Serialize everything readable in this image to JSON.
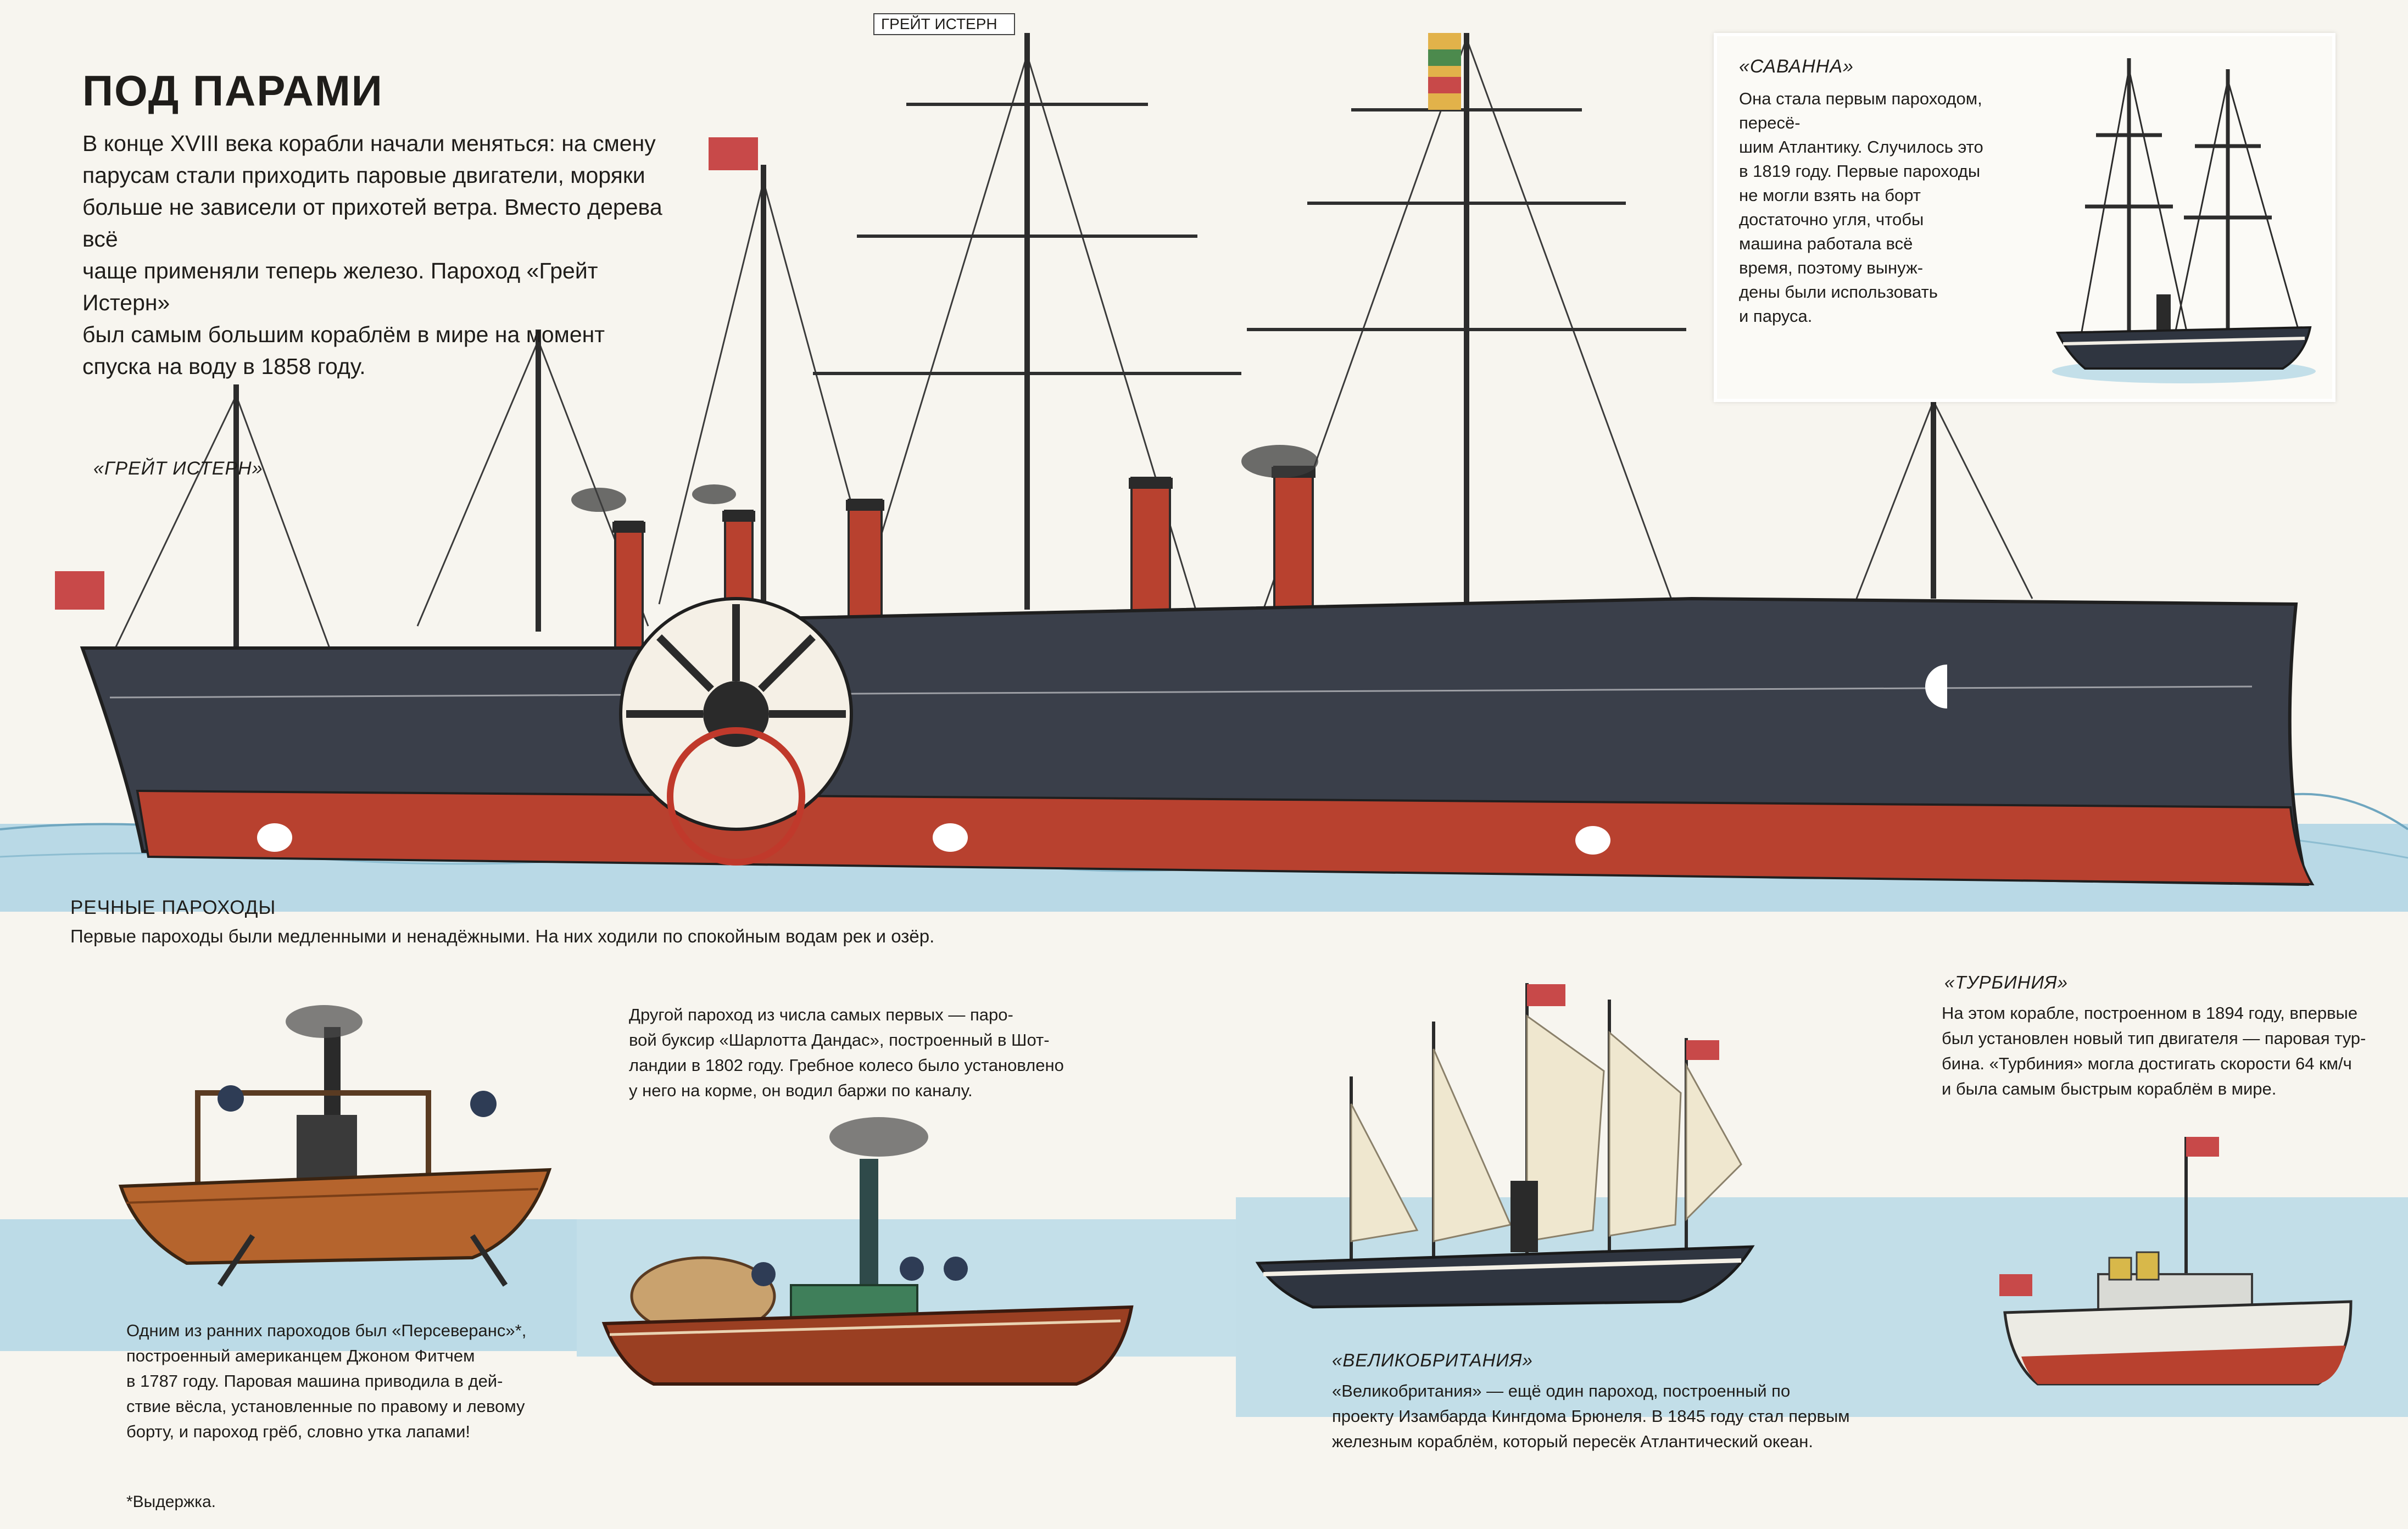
{
  "page": {
    "title": "ПОД ПАРАМИ",
    "intro_lines": [
      "В конце XVIII века корабли начали меняться: на смену",
      "парусам стали приходить паровые двигатели, моряки",
      "больше не зависели от прихотей ветра. Вместо дерева всё",
      "чаще применяли теперь железо. Пароход «Грейт Истерн»",
      "был самым большим кораблём в мире на момент",
      "спуска на воду в 1858 году."
    ]
  },
  "great_eastern": {
    "label": "«ГРЕЙТ ИСТЕРН»",
    "pennant": "ГРЕЙТ ИСТЕРН"
  },
  "savannah": {
    "label": "«САВАННА»",
    "lines": [
      "Она стала первым пароходом, пересё-",
      "шим Атлантику. Случилось это",
      "в 1819 году. Первые пароходы",
      "не могли взять на борт",
      "достаточно угля, чтобы",
      "машина работала всё",
      "время, поэтому вынуж-",
      "дены были использовать",
      "и паруса."
    ]
  },
  "river_steamers": {
    "heading": "РЕЧНЫЕ ПАРОХОДЫ",
    "text": "Первые пароходы были медленными и ненадёжными. На них ходили по спокойным водам рек и озёр."
  },
  "charlotte_dundas": {
    "lines": [
      "Другой пароход из числа самых первых — паро-",
      "вой буксир «Шарлотта Дандас», построенный в Шот-",
      "ландии в 1802 году. Гребное колесо было установлено",
      "у него на корме, он водил баржи по каналу."
    ]
  },
  "perseverance": {
    "lines": [
      "Одним из ранних пароходов был «Персеверанс»*,",
      "построенный американцем Джоном Фитчем",
      "в 1787 году. Паровая машина приводила в дей-",
      "ствие вёсла, установленные по правому и левому",
      "борту, и пароход грёб, словно утка лапами!"
    ]
  },
  "footnote": "*Выдержка.",
  "turbinia": {
    "label": "«ТУРБИНИЯ»",
    "lines": [
      "На этом корабле, построенном в 1894 году, впервые",
      "был установлен новый тип двигателя — паровая тур-",
      "бина. «Турбиния» могла достигать скорости 64 км/ч",
      "и была самым быстрым кораблём в мире."
    ]
  },
  "great_britain": {
    "label": "«ВЕЛИКОБРИТАНИЯ»",
    "lines": [
      "«Великобритания» — ещё один пароход, построенный по",
      "проекту Изамбарда Кингдома Брюнеля. В 1845 году стал первым",
      "железным кораблём, который пересёк Атлантический океан."
    ]
  },
  "colors": {
    "hull": "#3a3f4a",
    "red": "#b8412f",
    "sea": "#a8cfdf",
    "wood": "#b5642d",
    "sail": "#efe7cf"
  }
}
